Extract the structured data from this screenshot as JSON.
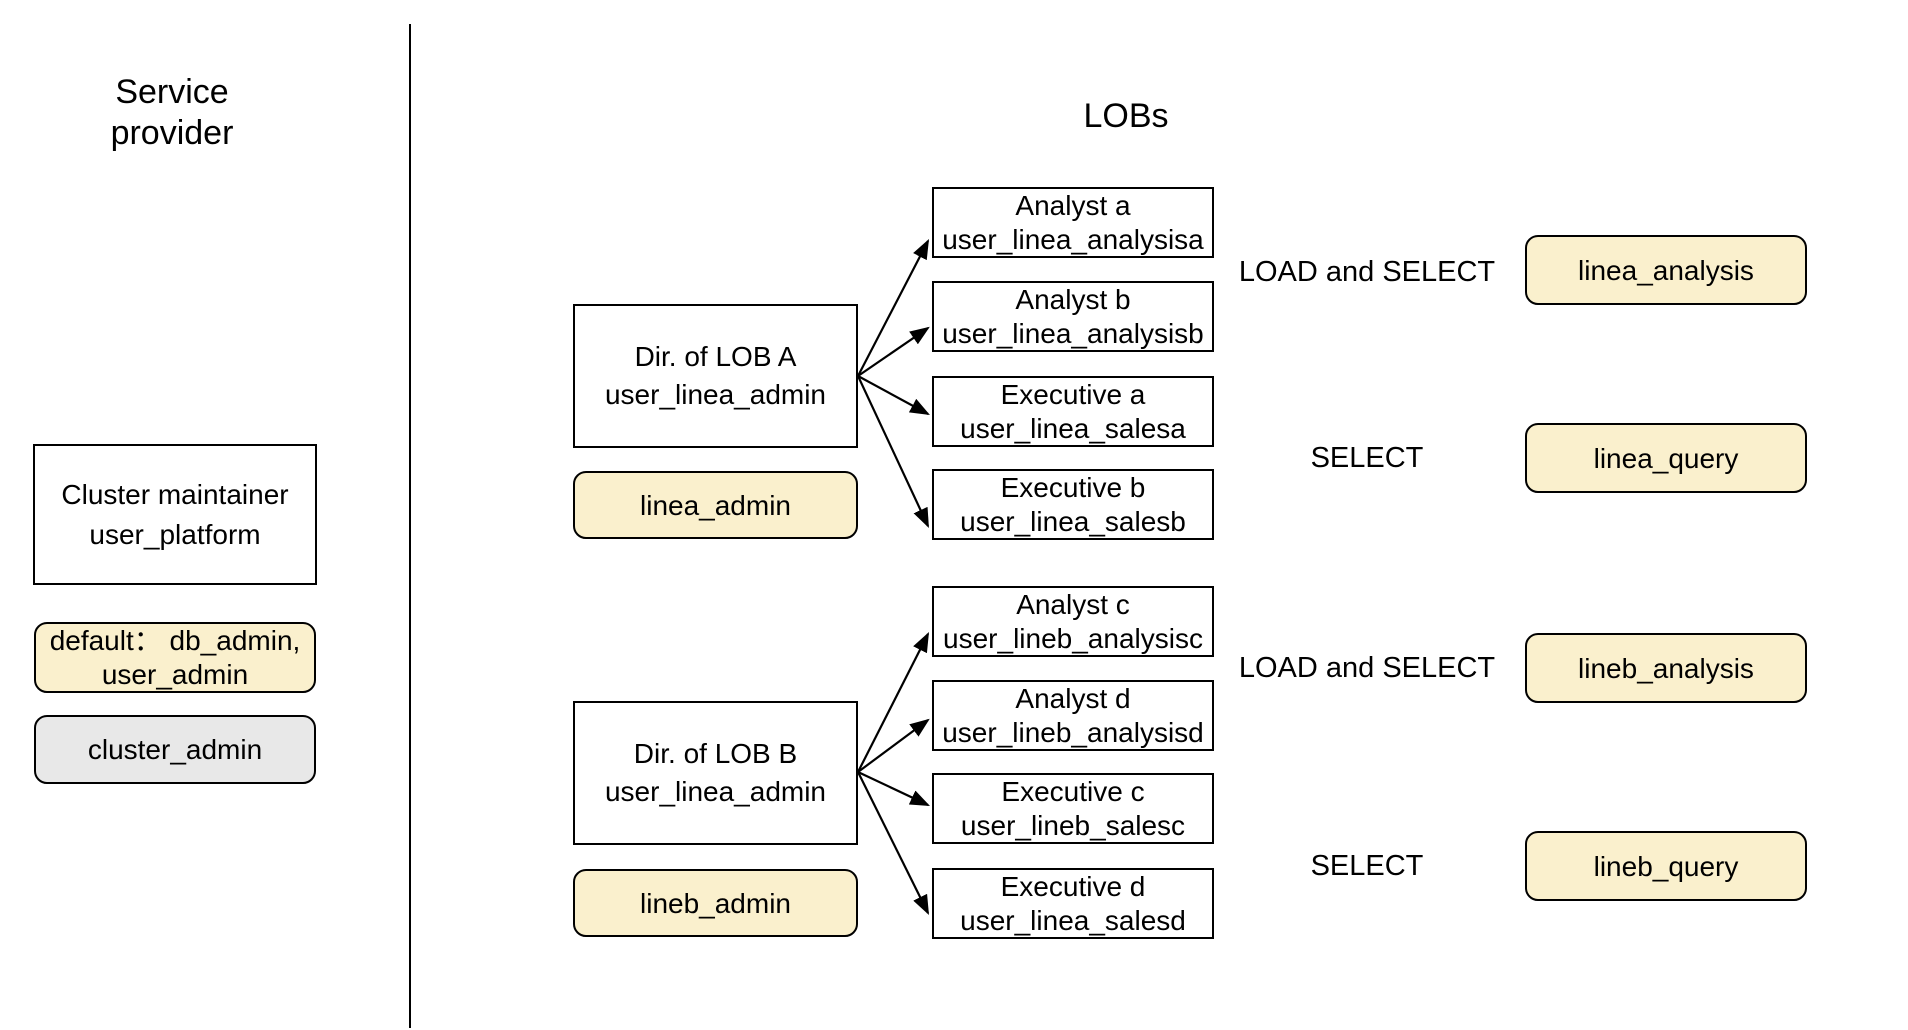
{
  "colors": {
    "accent": "#faf0cd",
    "neutral": "#e8e8e8",
    "ink": "#000000"
  },
  "service_provider": {
    "title_line1": "Service",
    "title_line2": "provider",
    "cluster_maintainer": {
      "line1": "Cluster maintainer",
      "line2": "user_platform"
    },
    "default_roles": {
      "line1": "default： db_admin,",
      "line2": "user_admin"
    },
    "cluster_admin_role": "cluster_admin"
  },
  "lobs": {
    "title": "LOBs",
    "groups": [
      {
        "director": {
          "line1": "Dir. of LOB A",
          "line2": "user_linea_admin"
        },
        "admin_role": "linea_admin",
        "members": [
          {
            "line1": "Analyst a",
            "line2": "user_linea_analysisa"
          },
          {
            "line1": "Analyst b",
            "line2": "user_linea_analysisb"
          },
          {
            "line1": "Executive a",
            "line2": "user_linea_salesa"
          },
          {
            "line1": "Executive b",
            "line2": "user_linea_salesb"
          }
        ],
        "permissions": [
          {
            "action": "LOAD and SELECT",
            "role": "linea_analysis"
          },
          {
            "action": "SELECT",
            "role": "linea_query"
          }
        ]
      },
      {
        "director": {
          "line1": "Dir. of LOB B",
          "line2": "user_linea_admin"
        },
        "admin_role": "lineb_admin",
        "members": [
          {
            "line1": "Analyst c",
            "line2": "user_lineb_analysisc"
          },
          {
            "line1": "Analyst d",
            "line2": "user_lineb_analysisd"
          },
          {
            "line1": "Executive c",
            "line2": "user_lineb_salesc"
          },
          {
            "line1": "Executive d",
            "line2": "user_linea_salesd"
          }
        ],
        "permissions": [
          {
            "action": "LOAD and SELECT",
            "role": "lineb_analysis"
          },
          {
            "action": "SELECT",
            "role": "lineb_query"
          }
        ]
      }
    ]
  }
}
